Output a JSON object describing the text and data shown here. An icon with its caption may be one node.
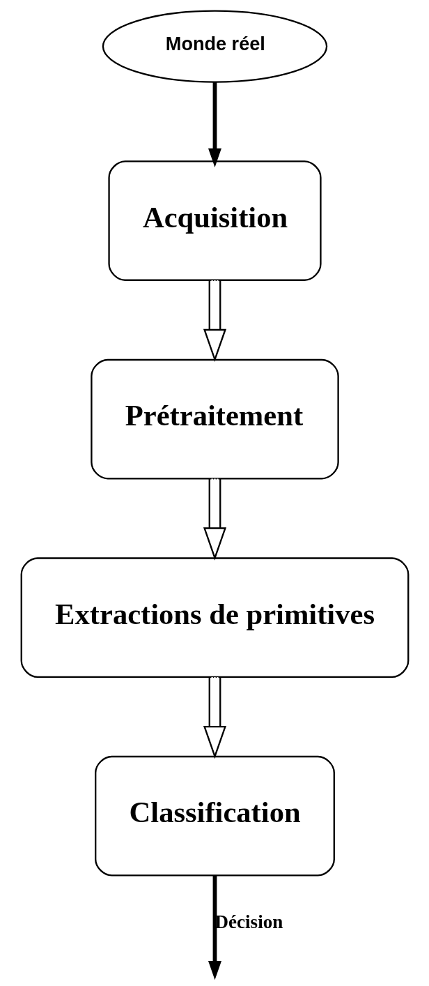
{
  "diagram": {
    "nodes": [
      {
        "text": [
          "Monde réel"
        ]
      },
      {
        "text": [
          "Acquisition"
        ]
      },
      {
        "text": [
          "Prétraitement"
        ]
      },
      {
        "text": [
          "Extractions de primitives"
        ]
      },
      {
        "text": [
          "Classification"
        ]
      }
    ],
    "edges": [
      {
        "from": 0,
        "to": 1,
        "arrow": "to",
        "style": "thick"
      },
      {
        "from": 1,
        "to": 2,
        "arrow": "to"
      },
      {
        "from": 2,
        "to": 3,
        "arrow": "to"
      },
      {
        "from": 3,
        "to": 4,
        "arrow": "to"
      },
      {
        "from": 4,
        "to": null,
        "arrow": "to",
        "style": "thick",
        "label": "Décision"
      }
    ]
  }
}
